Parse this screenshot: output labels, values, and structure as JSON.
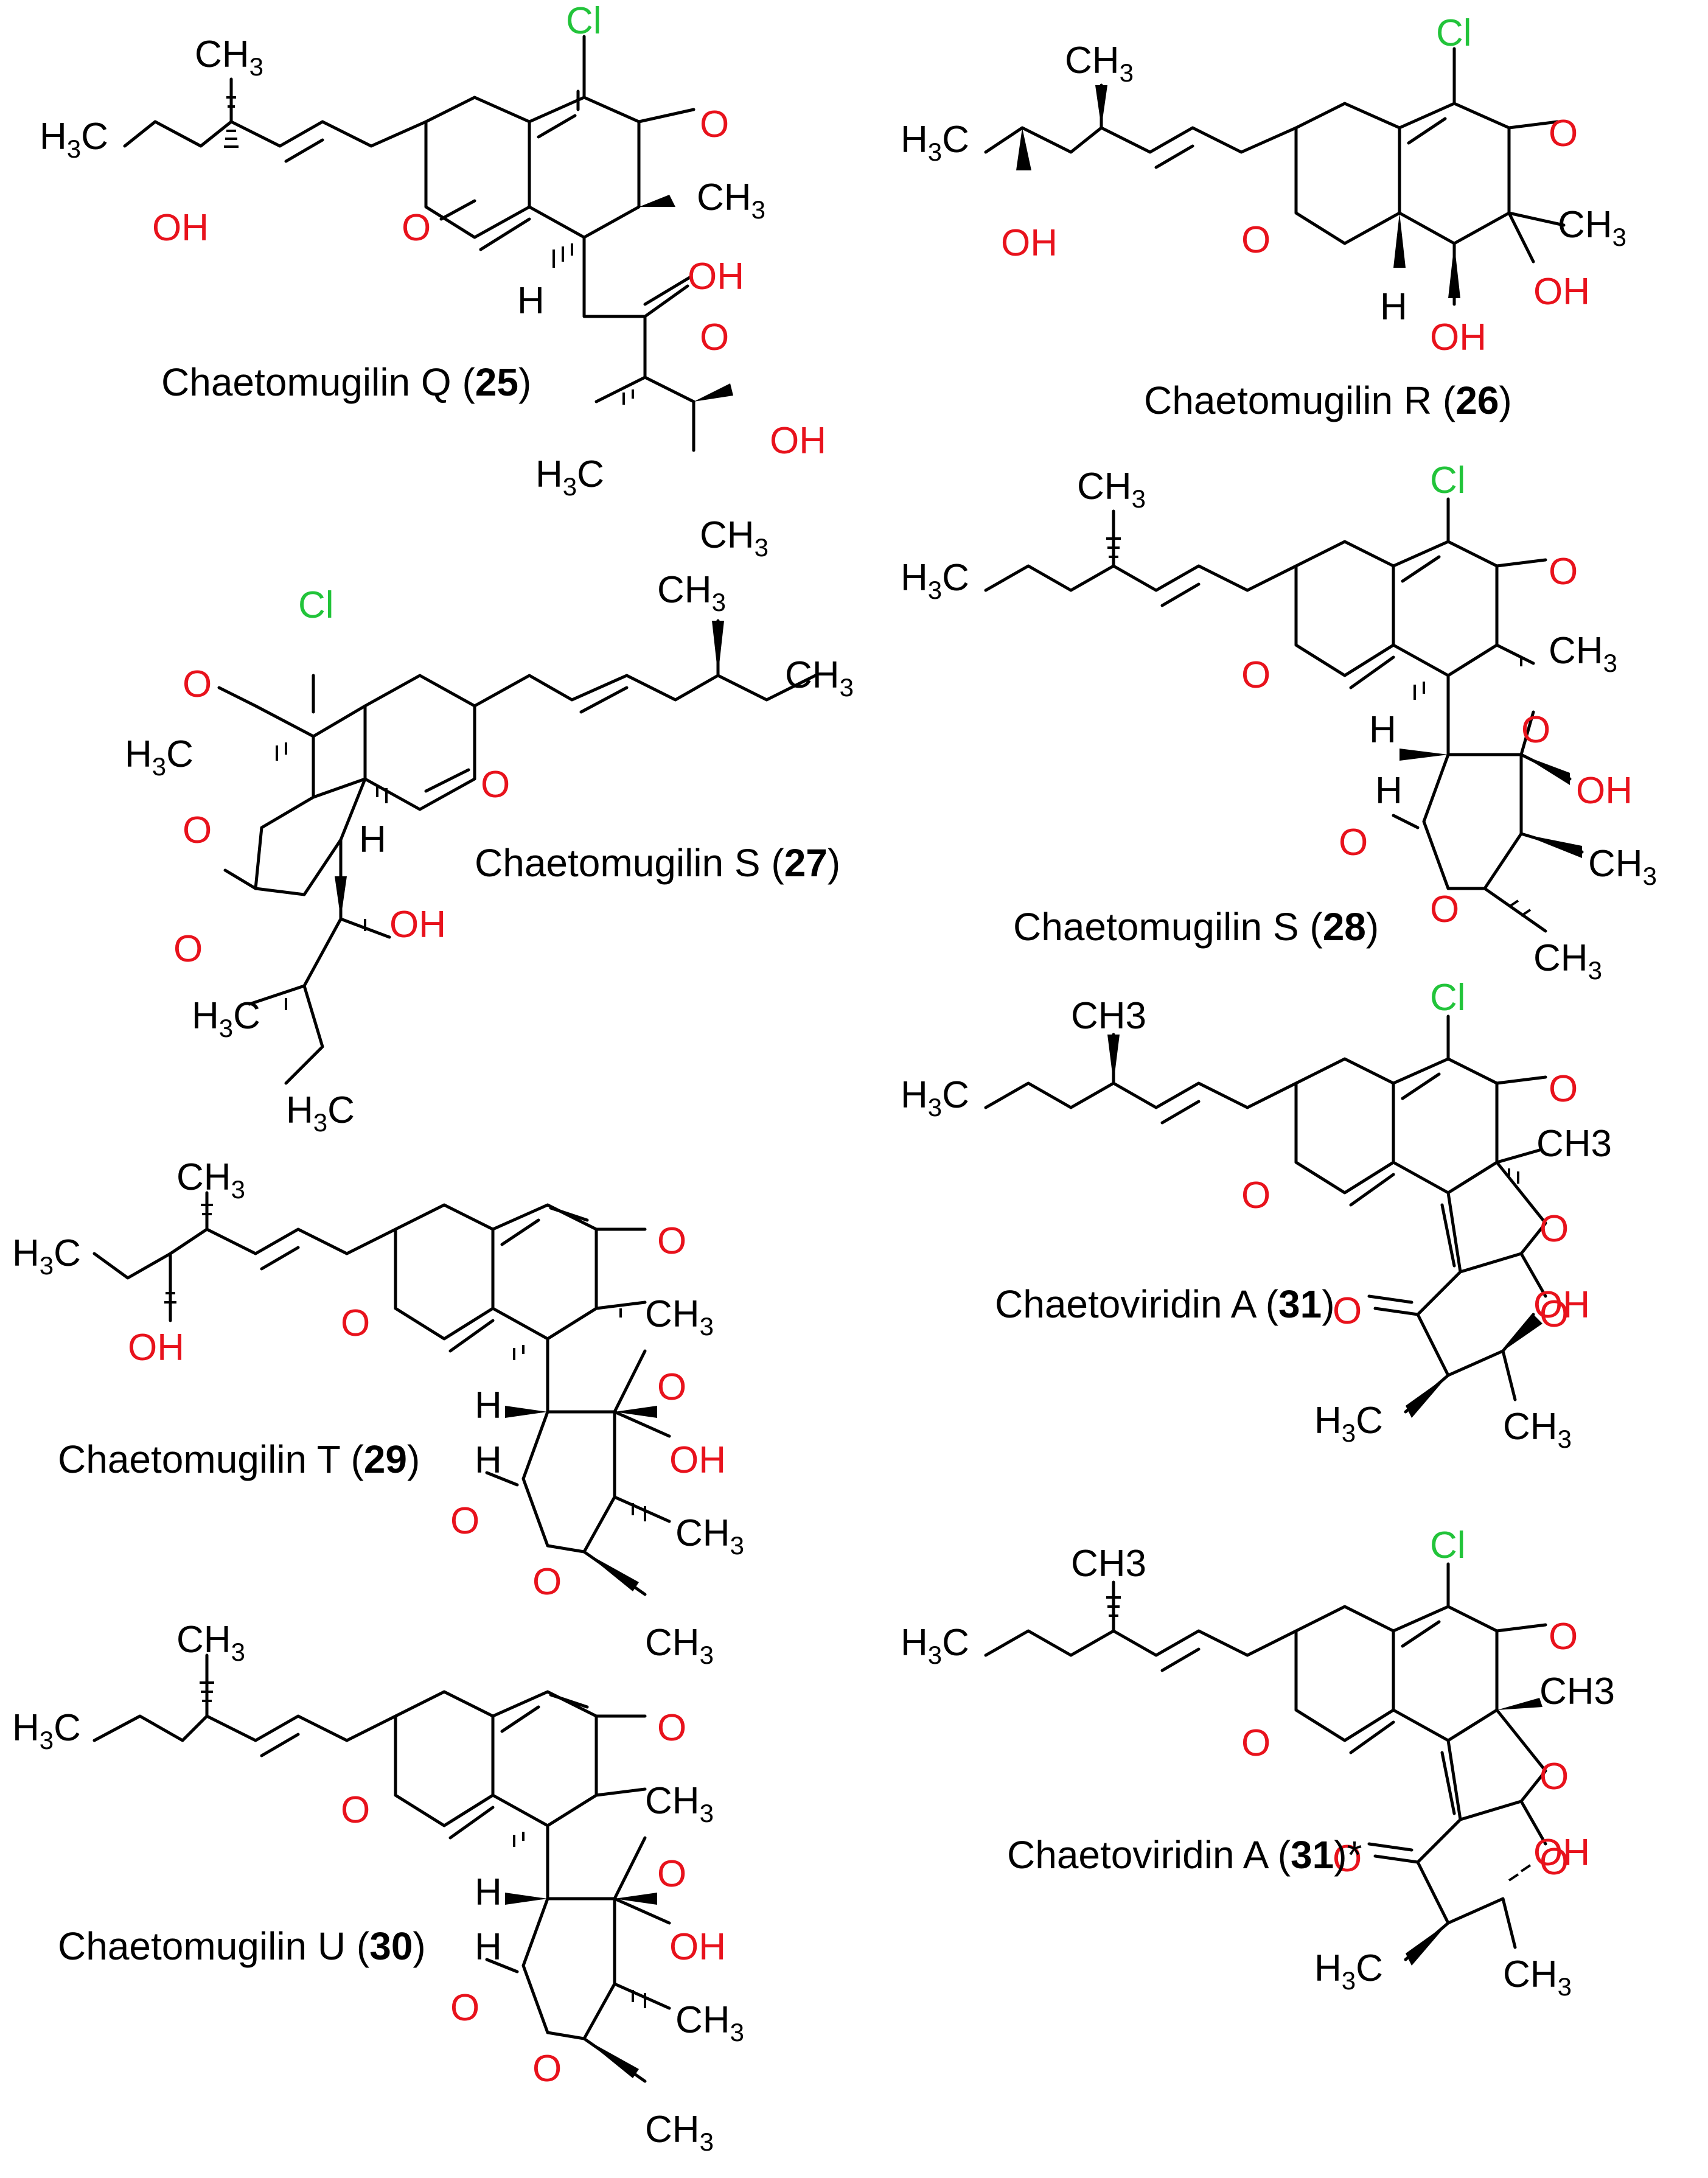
{
  "colors": {
    "oxygen": "#e8121c",
    "chlorine": "#22c43a",
    "bond": "#000000"
  },
  "compounds": [
    {
      "id": "25",
      "name": "Chaetomugilin Q",
      "suffix": ""
    },
    {
      "id": "26",
      "name": "Chaetomugilin R",
      "suffix": ""
    },
    {
      "id": "27",
      "name": "Chaetomugilin S",
      "suffix": ""
    },
    {
      "id": "28",
      "name": "Chaetomugilin S",
      "suffix": ""
    },
    {
      "id": "29",
      "name": "Chaetomugilin T",
      "suffix": ""
    },
    {
      "id": "30",
      "name": "Chaetomugilin U",
      "suffix": ""
    },
    {
      "id": "31",
      "name": "Chaetoviridin A",
      "suffix": ""
    },
    {
      "id": "31",
      "name": "Chaetoviridin A",
      "suffix": "*"
    }
  ],
  "atoms": {
    "cl": "Cl",
    "o": "O",
    "oh": "OH",
    "h": "H",
    "ch3": "CH3",
    "h3c": "H3C"
  }
}
